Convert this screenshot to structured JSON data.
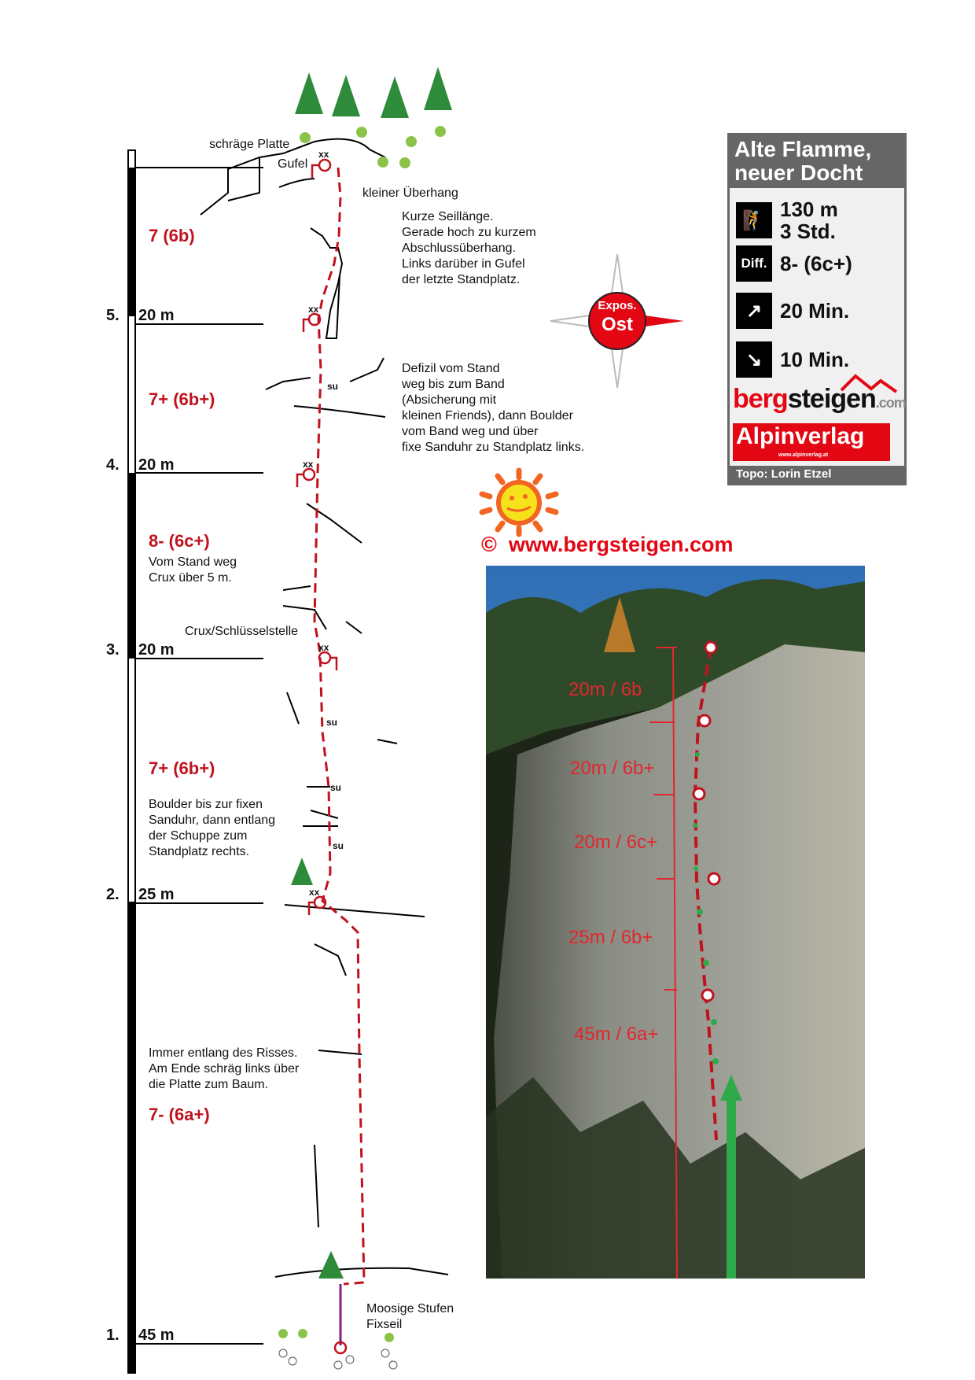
{
  "topo": {
    "labels": {
      "schraege_platte": "schräge Platte",
      "gufel": "Gufel",
      "kleiner_ueberhang": "kleiner Überhang",
      "crux": "Crux/Schlüsselstelle",
      "moosige_stufen": "Moosige Stufen",
      "fixseil": "Fixseil",
      "anchor": "xx",
      "sanduhr": "su"
    },
    "pitches": [
      {
        "number": "5.",
        "length": "20 m",
        "grade": "7 (6b)",
        "description": "Kurze Seillänge.\nGerade hoch zu kurzem\nAbschlussüberhang.\nLinks darüber in Gufel\nder letzte Standplatz."
      },
      {
        "number": "4.",
        "length": "20 m",
        "grade": "7+ (6b+)",
        "description": "Defizil vom Stand\nweg bis zum Band\n(Absicherung mit\nkleinen Friends), dann Boulder\nvom Band weg und über\nfixe Sanduhr zu Standplatz links."
      },
      {
        "number": "3.",
        "length": "20 m",
        "grade": "8- (6c+)",
        "description": "Vom Stand weg\nCrux über 5 m."
      },
      {
        "number": "2.",
        "length": "25 m",
        "grade": "7+ (6b+)",
        "description": "Boulder bis zur fixen\nSanduhr, dann entlang\nder Schuppe zum\nStandplatz rechts."
      },
      {
        "number": "1.",
        "length": "45 m",
        "grade": "7- (6a+)",
        "description": "Immer entlang des Risses.\nAm Ende schräg links über\ndie Platte zum Baum."
      }
    ]
  },
  "compass": {
    "label": "Expos.",
    "value": "Ost"
  },
  "infobox": {
    "title": "Alte Flamme,\nneuer Docht",
    "length": "130 m\n3 Std.",
    "diff_label": "Diff.",
    "difficulty": "8- (6c+)",
    "approach": "20 Min.",
    "descent": "10 Min.",
    "brand_red": "berg",
    "brand_black": "steigen",
    "brand_com": ".com",
    "publisher": "Alpinverlag",
    "publisher_url": "www.alpinverlag.at",
    "credit": "Topo: Lorin Etzel"
  },
  "copyright": {
    "symbol": "©",
    "url": "www.bergsteigen.com"
  },
  "photo": {
    "labels": [
      "20m / 6b",
      "20m / 6b+",
      "20m / 6c+",
      "25m / 6b+",
      "45m / 6a+"
    ]
  },
  "colors": {
    "route": "#c0121e",
    "accent": "#e30613",
    "box_gray": "#666666",
    "arrow": "#2eaa4a"
  }
}
